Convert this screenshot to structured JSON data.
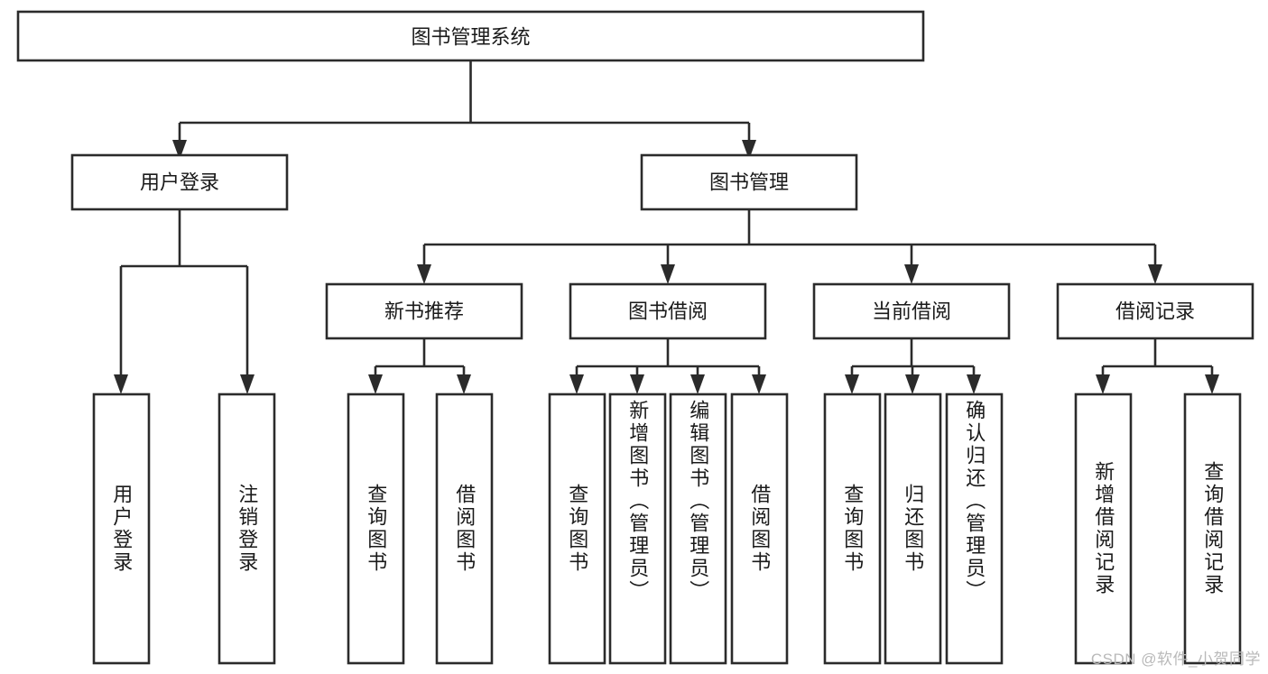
{
  "diagram": {
    "type": "tree-hierarchy",
    "title": "图书管理系统",
    "orientation": "top-down",
    "colors": {
      "box_fill": "#ffffff",
      "box_stroke": "#2b2b2b",
      "text": "#1a1a1a",
      "background": "#ffffff",
      "watermark": "#b9b9b9"
    },
    "root": {
      "id": "root",
      "label": "图书管理系统",
      "text_orientation": "horizontal"
    },
    "level2": [
      {
        "id": "user-login",
        "label": "用户登录",
        "text_orientation": "horizontal"
      },
      {
        "id": "book-manage",
        "label": "图书管理",
        "text_orientation": "horizontal"
      }
    ],
    "level3": [
      {
        "id": "new-book-recommend",
        "label": "新书推荐",
        "parent": "book-manage",
        "text_orientation": "horizontal"
      },
      {
        "id": "book-borrow",
        "label": "图书借阅",
        "parent": "book-manage",
        "text_orientation": "horizontal"
      },
      {
        "id": "current-borrow",
        "label": "当前借阅",
        "parent": "book-manage",
        "text_orientation": "horizontal"
      },
      {
        "id": "borrow-record",
        "label": "借阅记录",
        "parent": "book-manage",
        "text_orientation": "horizontal"
      }
    ],
    "leaves": [
      {
        "id": "leaf-user-login",
        "label": "用户登录",
        "parent": "user-login",
        "text_orientation": "vertical"
      },
      {
        "id": "leaf-logout",
        "label": "注销登录",
        "parent": "user-login",
        "text_orientation": "vertical"
      },
      {
        "id": "leaf-query-book-rec",
        "label": "查询图书",
        "parent": "new-book-recommend",
        "text_orientation": "vertical"
      },
      {
        "id": "leaf-borrow-book-rec",
        "label": "借阅图书",
        "parent": "new-book-recommend",
        "text_orientation": "vertical"
      },
      {
        "id": "leaf-query-book-borrow",
        "label": "查询图书",
        "parent": "book-borrow",
        "text_orientation": "vertical"
      },
      {
        "id": "leaf-add-book",
        "label": "新增图书（管理员）",
        "parent": "book-borrow",
        "text_orientation": "vertical"
      },
      {
        "id": "leaf-edit-book",
        "label": "编辑图书（管理员）",
        "parent": "book-borrow",
        "text_orientation": "vertical"
      },
      {
        "id": "leaf-borrow-book",
        "label": "借阅图书",
        "parent": "book-borrow",
        "text_orientation": "vertical"
      },
      {
        "id": "leaf-query-book-cur",
        "label": "查询图书",
        "parent": "current-borrow",
        "text_orientation": "vertical"
      },
      {
        "id": "leaf-return-book",
        "label": "归还图书",
        "parent": "current-borrow",
        "text_orientation": "vertical"
      },
      {
        "id": "leaf-confirm-return",
        "label": "确认归还（管理员）",
        "parent": "current-borrow",
        "text_orientation": "vertical"
      },
      {
        "id": "leaf-add-record",
        "label": "新增借阅记录",
        "parent": "borrow-record",
        "text_orientation": "vertical"
      },
      {
        "id": "leaf-query-record",
        "label": "查询借阅记录",
        "parent": "borrow-record",
        "text_orientation": "vertical"
      }
    ],
    "edges": [
      {
        "from": "root",
        "to": "user-login"
      },
      {
        "from": "root",
        "to": "book-manage"
      },
      {
        "from": "user-login",
        "to": "leaf-user-login"
      },
      {
        "from": "user-login",
        "to": "leaf-logout"
      },
      {
        "from": "book-manage",
        "to": "new-book-recommend"
      },
      {
        "from": "book-manage",
        "to": "book-borrow"
      },
      {
        "from": "book-manage",
        "to": "current-borrow"
      },
      {
        "from": "book-manage",
        "to": "borrow-record"
      },
      {
        "from": "new-book-recommend",
        "to": "leaf-query-book-rec"
      },
      {
        "from": "new-book-recommend",
        "to": "leaf-borrow-book-rec"
      },
      {
        "from": "book-borrow",
        "to": "leaf-query-book-borrow"
      },
      {
        "from": "book-borrow",
        "to": "leaf-add-book"
      },
      {
        "from": "book-borrow",
        "to": "leaf-edit-book"
      },
      {
        "from": "book-borrow",
        "to": "leaf-borrow-book"
      },
      {
        "from": "current-borrow",
        "to": "leaf-query-book-cur"
      },
      {
        "from": "current-borrow",
        "to": "leaf-return-book"
      },
      {
        "from": "current-borrow",
        "to": "leaf-confirm-return"
      },
      {
        "from": "borrow-record",
        "to": "leaf-add-record"
      },
      {
        "from": "borrow-record",
        "to": "leaf-query-record"
      }
    ]
  },
  "watermark": {
    "text": "CSDN @软件_小贺同学"
  }
}
